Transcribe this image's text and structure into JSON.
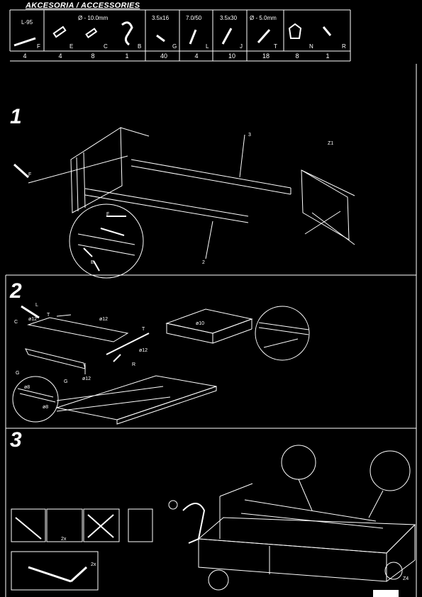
{
  "header": {
    "title": "AKCESORIA / ACCESSORIES"
  },
  "accessories": {
    "top_labels": {
      "l_size": "L-95",
      "dowel": "Ø - 10.0mm",
      "screw_small": "3.5x16",
      "screw_tool": "7.0/50",
      "screw_long": "3.5x30",
      "bolt": "Ø - 5.0mm"
    },
    "letters": {
      "f": "F",
      "e": "E",
      "c": "C",
      "b": "B",
      "g": "G",
      "l": "L",
      "j": "J",
      "t": "T",
      "n": "N",
      "r": "R"
    },
    "counts": [
      "4",
      "4",
      "8",
      "1",
      "40",
      "4",
      "10",
      "18",
      "8",
      "1"
    ]
  },
  "steps": {
    "step1": "1",
    "step2": "2",
    "step3": "3"
  },
  "callouts": {
    "s1_a": "3",
    "s1_b": "Z1",
    "s1_c": "F",
    "s1_d": "2",
    "s1_e": "F",
    "s1_f": "E",
    "s2_a": "T",
    "s2_b": "ø12",
    "s2_c": "T",
    "s2_d": "ø12",
    "s2_e": "ø12",
    "s2_f": "R",
    "s2_g": "C",
    "s2_h": "ø10",
    "s2_i": "ø12",
    "s2_j": "G",
    "s2_k": "G",
    "s2_l": "L",
    "s2_m": "ø8",
    "s2_n": "ø8",
    "s3_a": "2x",
    "s3_b": "2x",
    "s3_c": "Z4"
  }
}
